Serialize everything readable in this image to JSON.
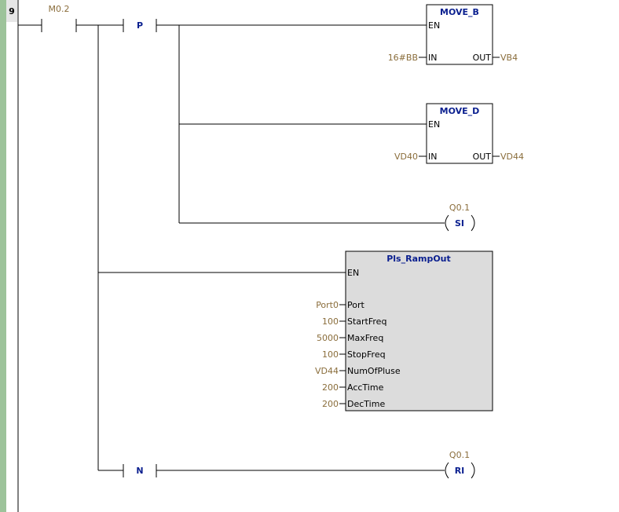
{
  "network": {
    "number": "9"
  },
  "colors": {
    "rail": "#9dc39a",
    "numbox": "#e6e6e6",
    "wire": "#000000",
    "operand": "#8a6d3b",
    "title": "#0a1f8f",
    "box_fill": "#ffffff",
    "shaded_box_fill": "#dcdcdc"
  },
  "contacts": {
    "input": {
      "address": "M0.2"
    },
    "positive_transition": {
      "label": "P"
    },
    "negative_transition": {
      "label": "N"
    }
  },
  "move_b": {
    "title": "MOVE_B",
    "en": "EN",
    "in_pin": "IN",
    "out_pin": "OUT",
    "in_value": "16#BB",
    "out_value": "VB4"
  },
  "move_d": {
    "title": "MOVE_D",
    "en": "EN",
    "in_pin": "IN",
    "out_pin": "OUT",
    "in_value": "VD40",
    "out_value": "VD44"
  },
  "coil_set": {
    "address": "Q0.1",
    "label": "SI"
  },
  "coil_reset": {
    "address": "Q0.1",
    "label": "RI"
  },
  "pls_ramp": {
    "title": "Pls_RampOut",
    "en": "EN",
    "params": [
      {
        "pin": "Port",
        "value": "Port0"
      },
      {
        "pin": "StartFreq",
        "value": "100"
      },
      {
        "pin": "MaxFreq",
        "value": "5000"
      },
      {
        "pin": "StopFreq",
        "value": "100"
      },
      {
        "pin": "NumOfPluse",
        "value": "VD44"
      },
      {
        "pin": "AccTime",
        "value": "200"
      },
      {
        "pin": "DecTime",
        "value": "200"
      }
    ]
  }
}
